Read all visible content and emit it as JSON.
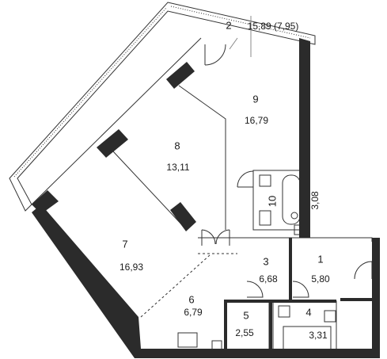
{
  "rooms": [
    {
      "id": "r1",
      "number": "1",
      "area": "5,80"
    },
    {
      "id": "r2",
      "number": "2",
      "area": "15,89 (7,95)"
    },
    {
      "id": "r3",
      "number": "3",
      "area": "6,68"
    },
    {
      "id": "r4",
      "number": "4",
      "area": "3,31"
    },
    {
      "id": "r5",
      "number": "5",
      "area": "2,55"
    },
    {
      "id": "r6",
      "number": "6",
      "area": "6,79"
    },
    {
      "id": "r7",
      "number": "7",
      "area": "16,93"
    },
    {
      "id": "r8",
      "number": "8",
      "area": "13,11"
    },
    {
      "id": "r9",
      "number": "9",
      "area": "16,79"
    },
    {
      "id": "r10",
      "number": "10",
      "area": "3,08"
    }
  ],
  "colors": {
    "wall": "#2b2b2b",
    "line": "#333333",
    "background": "#ffffff"
  }
}
